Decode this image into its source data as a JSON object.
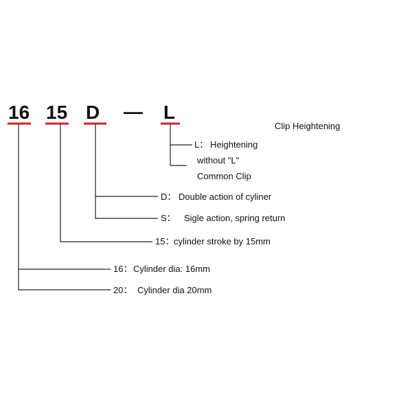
{
  "colors": {
    "underline": "#d2231e",
    "text": "#111111",
    "line": "#222222"
  },
  "code": {
    "part1": "16",
    "part2": "15",
    "part3": "D",
    "dash": "—",
    "part4": "L"
  },
  "header_note": "Clip Heightening",
  "options": {
    "l": {
      "key": "L：",
      "line1": "Heightening",
      "line2": "without \"L\"",
      "line3": "Common Clip"
    },
    "d": {
      "key": "D：",
      "text": "Double action of cyliner"
    },
    "s": {
      "key": "S：",
      "text": "Sigle action, spring return"
    },
    "stroke15": {
      "key": "15：",
      "text": "cylinder stroke by 15mm"
    },
    "dia16": {
      "key": "16：",
      "text": "Cylinder dia: 16mm"
    },
    "dia20": {
      "key": "20：",
      "text": "Cylinder dia 20mm"
    }
  }
}
